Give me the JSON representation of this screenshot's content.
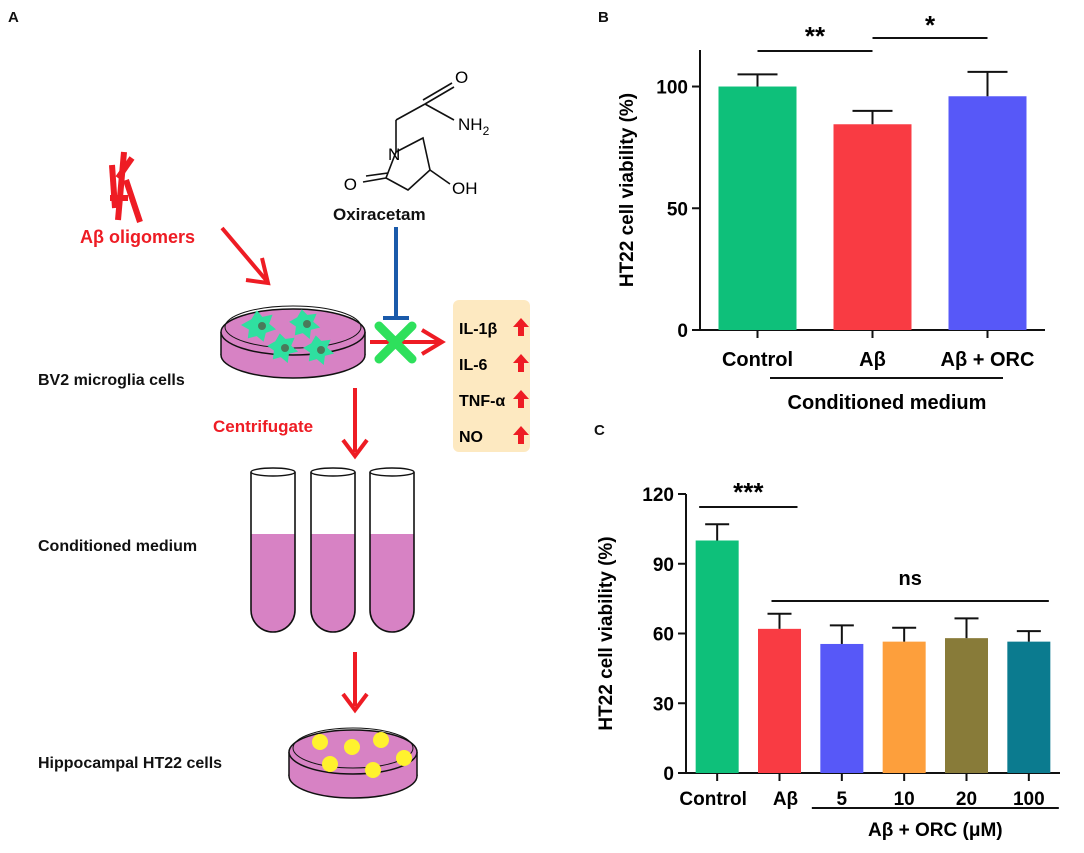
{
  "panels": {
    "a": "A",
    "b": "B",
    "c": "C"
  },
  "schematic": {
    "oligomers_label": "Aβ oligomers",
    "drug_name": "Oxiracetam",
    "structure": {
      "o_atom": "O",
      "n_atom": "N",
      "nh2_group": "NH",
      "nh2_sub": "2",
      "oh_group": "OH"
    },
    "microglia_label": "BV2 microglia cells",
    "centrifuge_label": "Centrifugate",
    "conditioned_label": "Conditioned medium",
    "hippocampal_label": "Hippocampal HT22 cells",
    "cytokines": [
      "IL-1β",
      "IL-6",
      "TNF-α",
      "NO"
    ],
    "colors": {
      "red": "#ee1c24",
      "dish": "#d782c4",
      "cell": "#2fe0a0",
      "blue": "#1a5aaa",
      "box": "#fde9c1",
      "yellow": "#fff22e",
      "inhibit": "#2ee05c"
    }
  },
  "chart_data": [
    {
      "panel": "B",
      "type": "bar",
      "ylabel": "HT22 cell viability (%)",
      "ylim": [
        0,
        115
      ],
      "yticks": [
        0,
        50,
        100
      ],
      "categories": [
        "Control",
        "Aβ",
        "Aβ + ORC"
      ],
      "values": [
        100,
        84.5,
        96
      ],
      "errors": [
        5,
        5.5,
        10
      ],
      "colors": [
        "#0ec07a",
        "#f93b43",
        "#5758f8"
      ],
      "group_label": "Conditioned medium",
      "significance": [
        {
          "between": [
            0,
            1
          ],
          "label": "**"
        },
        {
          "between": [
            1,
            2
          ],
          "label": "*"
        }
      ]
    },
    {
      "panel": "C",
      "type": "bar",
      "ylabel": "HT22 cell viability (%)",
      "ylim": [
        0,
        120
      ],
      "yticks": [
        0,
        30,
        60,
        90,
        120
      ],
      "categories": [
        "Control",
        "Aβ",
        "5",
        "10",
        "20",
        "100"
      ],
      "values": [
        100,
        62,
        55.5,
        56.5,
        58,
        56.5
      ],
      "errors": [
        7,
        6.5,
        8,
        6,
        8.5,
        4.5
      ],
      "colors": [
        "#0ec07a",
        "#f93b43",
        "#5758f8",
        "#fd9f3c",
        "#887b39",
        "#0b7b8f"
      ],
      "group_label": "Aβ + ORC (μM)",
      "significance": [
        {
          "between": [
            0,
            1
          ],
          "label": "***"
        },
        {
          "between": [
            1,
            5
          ],
          "label": "ns"
        }
      ]
    }
  ]
}
